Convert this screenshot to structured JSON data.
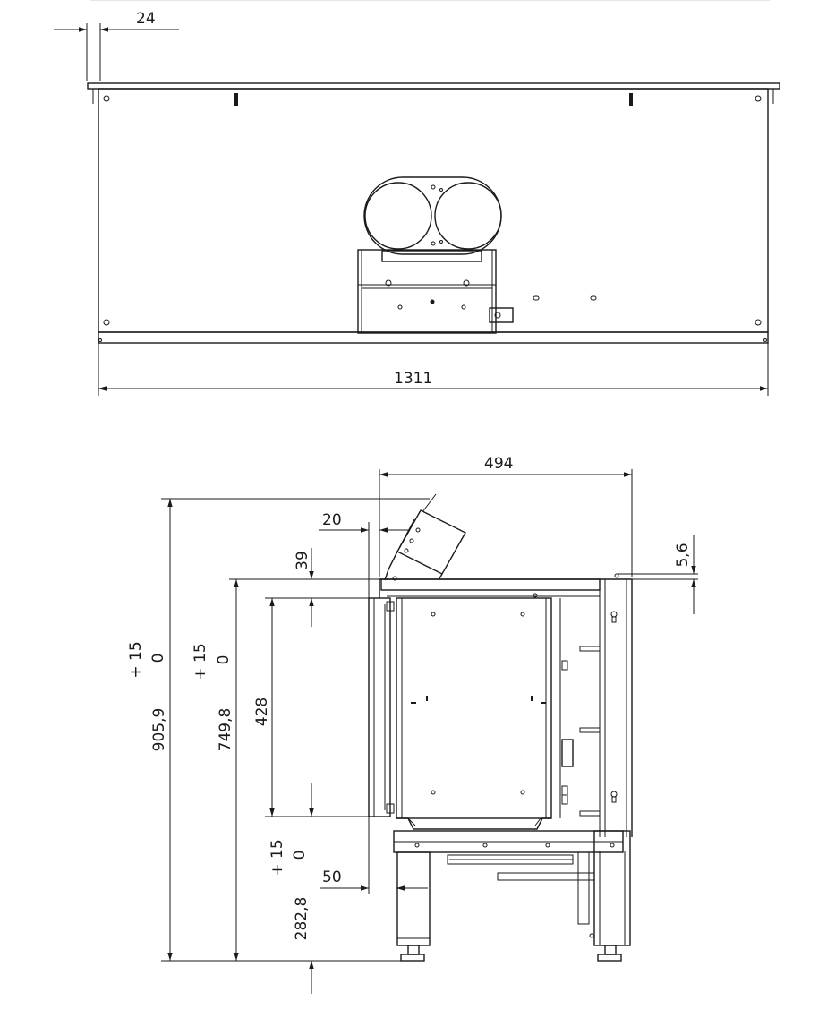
{
  "top_view": {
    "dim_overhang": "24",
    "dim_width": "1311"
  },
  "side_view": {
    "dim_depth": "494",
    "dim_flue_offset": "20",
    "dim_top_gap": "5,6",
    "dim_top_step": "39",
    "dim_total_height": "905,9",
    "dim_total_tol_plus": "+ 15",
    "dim_total_tol_zero": "0",
    "dim_body_height": "749,8",
    "dim_body_tol_plus": "+ 15",
    "dim_body_tol_zero": "0",
    "dim_glass_height": "428",
    "dim_leg_height": "282,8",
    "dim_leg_tol_plus": "+ 15",
    "dim_leg_tol_zero": "0",
    "dim_front_offset": "50"
  }
}
